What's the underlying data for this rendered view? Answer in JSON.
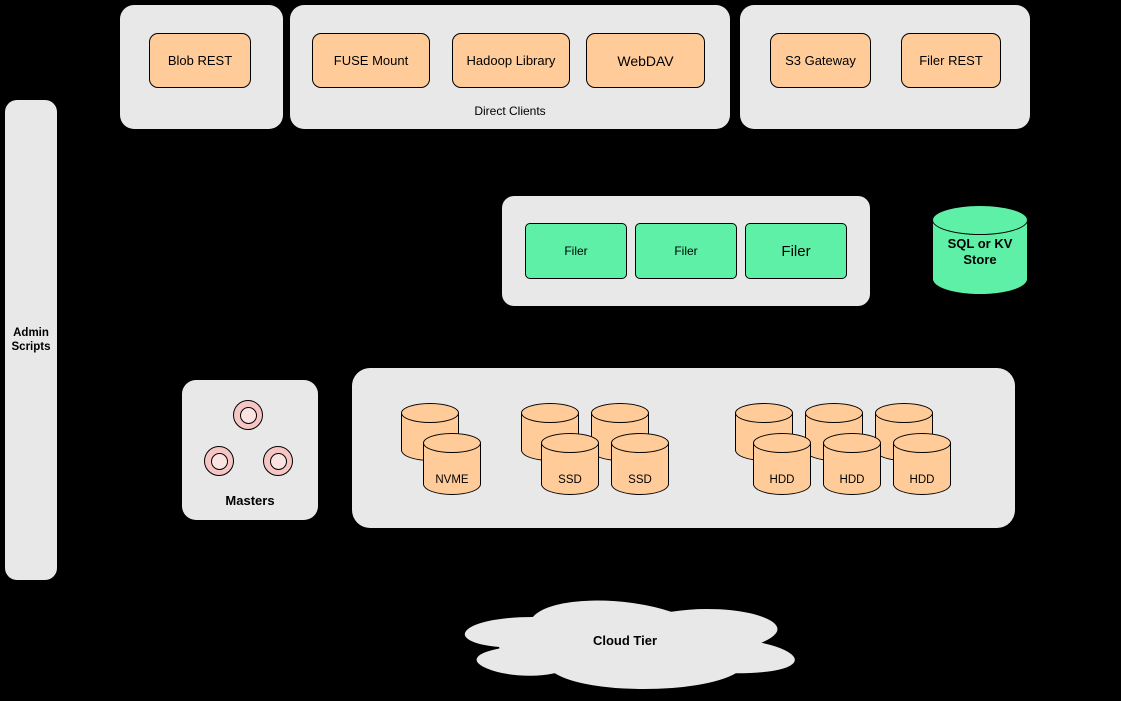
{
  "colors": {
    "background": "#000000",
    "panel_gray": "#e8e8e8",
    "node_orange": "#ffcc99",
    "node_green": "#5ff0a7",
    "node_pink": "#f6c6c4",
    "node_pink_inner": "#fbe3e2",
    "stroke": "#000000"
  },
  "client_tier": {
    "blob_group": {
      "nodes": [
        "Blob REST"
      ]
    },
    "direct_clients_group": {
      "caption": "Direct Clients",
      "nodes": [
        "FUSE Mount",
        "Hadoop Library",
        "WebDAV"
      ]
    },
    "gateway_group": {
      "nodes": [
        "S3 Gateway",
        "Filer REST"
      ]
    }
  },
  "admin_scripts": {
    "label": "Admin\nScripts"
  },
  "filer_tier": {
    "nodes": [
      "Filer",
      "Filer",
      "Filer"
    ]
  },
  "metadata_store": {
    "label": "SQL or KV Store"
  },
  "masters": {
    "caption": "Masters"
  },
  "volume_tier": {
    "nvme": [
      "NVME"
    ],
    "ssd": [
      "SSD",
      "SSD"
    ],
    "hdd": [
      "HDD",
      "HDD",
      "HDD"
    ]
  },
  "cloud_tier": {
    "label": "Cloud Tier"
  }
}
